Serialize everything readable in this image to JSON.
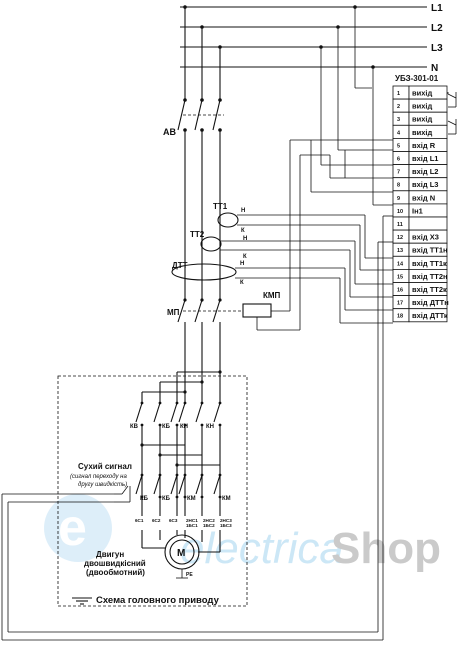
{
  "bus_lines": [
    "L1",
    "L2",
    "L3",
    "N"
  ],
  "relay": {
    "title": "УБЗ-301-01",
    "terminals": [
      {
        "num": "1",
        "label": "вихід"
      },
      {
        "num": "2",
        "label": "вихід"
      },
      {
        "num": "3",
        "label": "вихід"
      },
      {
        "num": "4",
        "label": "вихід"
      },
      {
        "num": "5",
        "label": "вхід R"
      },
      {
        "num": "6",
        "label": "вхід L1"
      },
      {
        "num": "7",
        "label": "вхід L2"
      },
      {
        "num": "8",
        "label": "вхід L3"
      },
      {
        "num": "9",
        "label": "вхід N"
      },
      {
        "num": "10",
        "label": "Ін1"
      },
      {
        "num": "11",
        "label": ""
      },
      {
        "num": "12",
        "label": "вхід Х3"
      },
      {
        "num": "13",
        "label": "вхід ТТ1н"
      },
      {
        "num": "14",
        "label": "вхід ТТ1к"
      },
      {
        "num": "15",
        "label": "вхід ТТ2н"
      },
      {
        "num": "16",
        "label": "вхід ТТ2к"
      },
      {
        "num": "17",
        "label": "вхід ДТТн"
      },
      {
        "num": "18",
        "label": "вхід ДТТк"
      }
    ]
  },
  "labels": {
    "breaker": "АВ",
    "ct1": "ТТ1",
    "ct2": "ТТ2",
    "dtt": "ДТТ",
    "contactor": "МП",
    "coil": "КМП",
    "h": "Н",
    "k": "К",
    "motor": "М",
    "pe": "PE"
  },
  "contacts_top": [
    "КВ",
    "КБ",
    "КН",
    "КН"
  ],
  "contacts_bottom": [
    "КБ",
    "КБ",
    "КМ",
    "КМ"
  ],
  "windings": [
    "6С1",
    "6С2",
    "6С3",
    "2НС1\n1БС1",
    "2НС2\n1БС2",
    "2НС3\n1БС3"
  ],
  "dry_signal": {
    "title": "Сухий сигнал",
    "note_line1": "(сигнал переходу на",
    "note_line2": "другу швидкість)"
  },
  "motor_caption": [
    "Двигун",
    "двошвидкісний",
    "(двообмотний)"
  ],
  "scheme_caption": "Схема головного приводу",
  "watermark": {
    "part1": "electrica",
    "part2": "Shop"
  }
}
